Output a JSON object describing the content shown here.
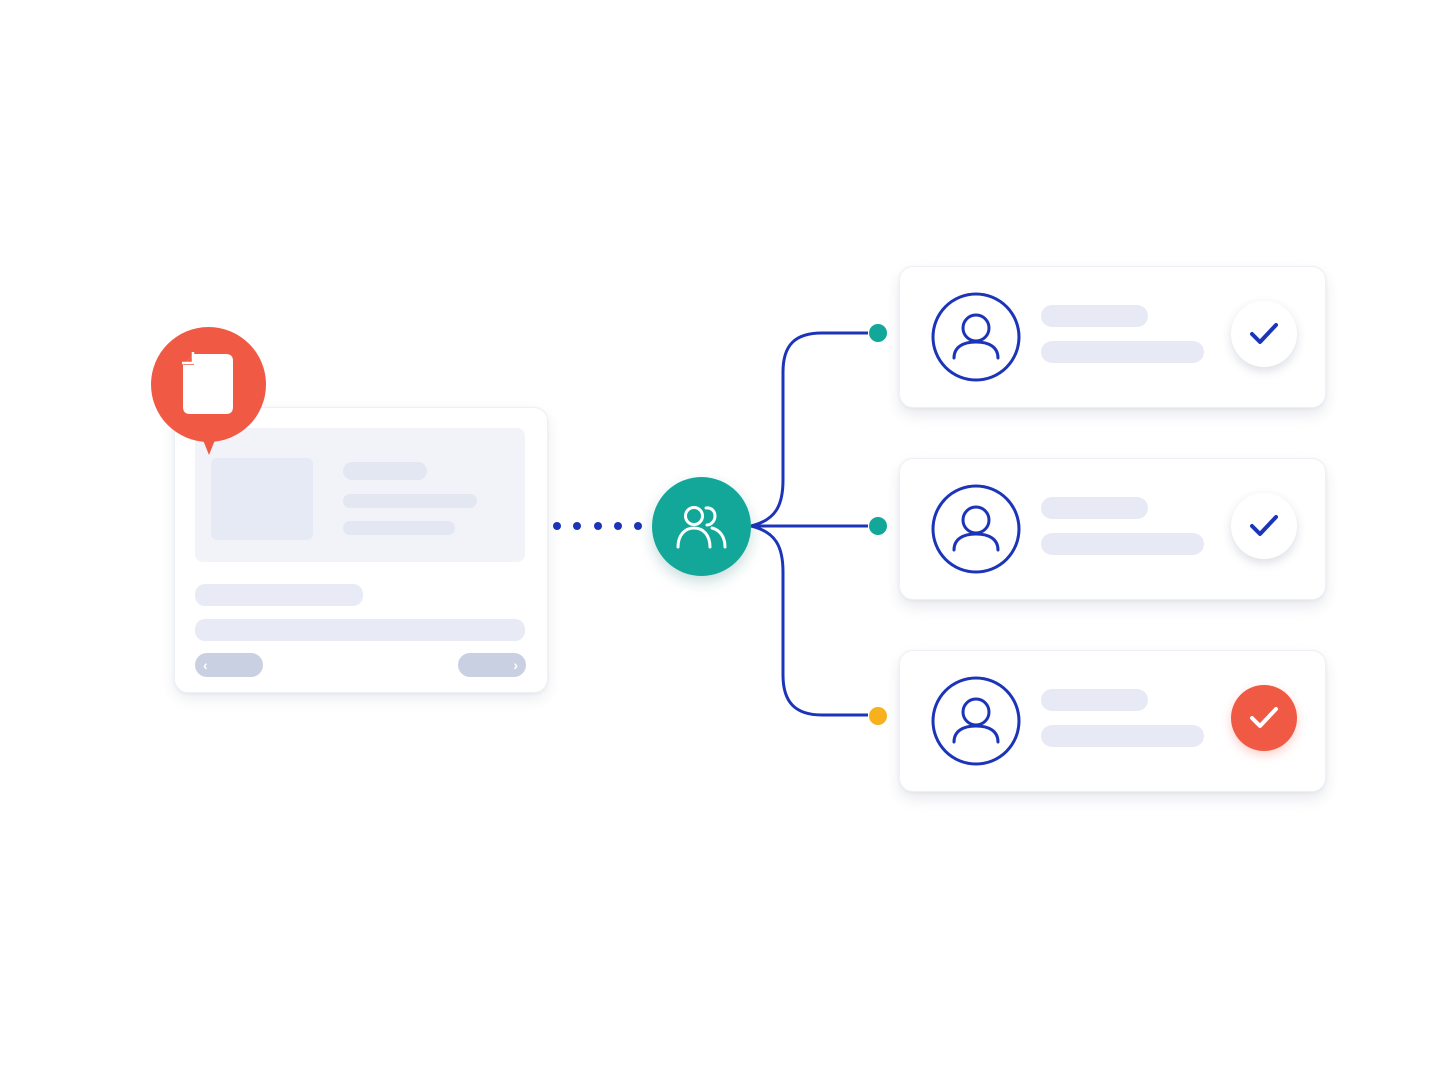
{
  "colors": {
    "accent_red": "#f05a45",
    "hub_teal": "#13a79a",
    "line_blue": "#1c34b8",
    "dot_teal": "#13a79a",
    "dot_amber": "#f6b11c",
    "placeholder_gray": "#e3e7f2"
  },
  "document_card": {
    "badge_icon": "document-icon",
    "prev_icon": "chevron-left-icon",
    "next_icon": "chevron-right-icon",
    "prev_glyph": "‹",
    "next_glyph": "›"
  },
  "hub": {
    "icon": "users-group-icon"
  },
  "recipients": [
    {
      "avatar_icon": "user-icon",
      "status": "approved",
      "status_icon": "check-icon",
      "connector_color": "teal"
    },
    {
      "avatar_icon": "user-icon",
      "status": "approved",
      "status_icon": "check-icon",
      "connector_color": "teal"
    },
    {
      "avatar_icon": "user-icon",
      "status": "approved-highlight",
      "status_icon": "check-icon",
      "connector_color": "amber"
    }
  ]
}
